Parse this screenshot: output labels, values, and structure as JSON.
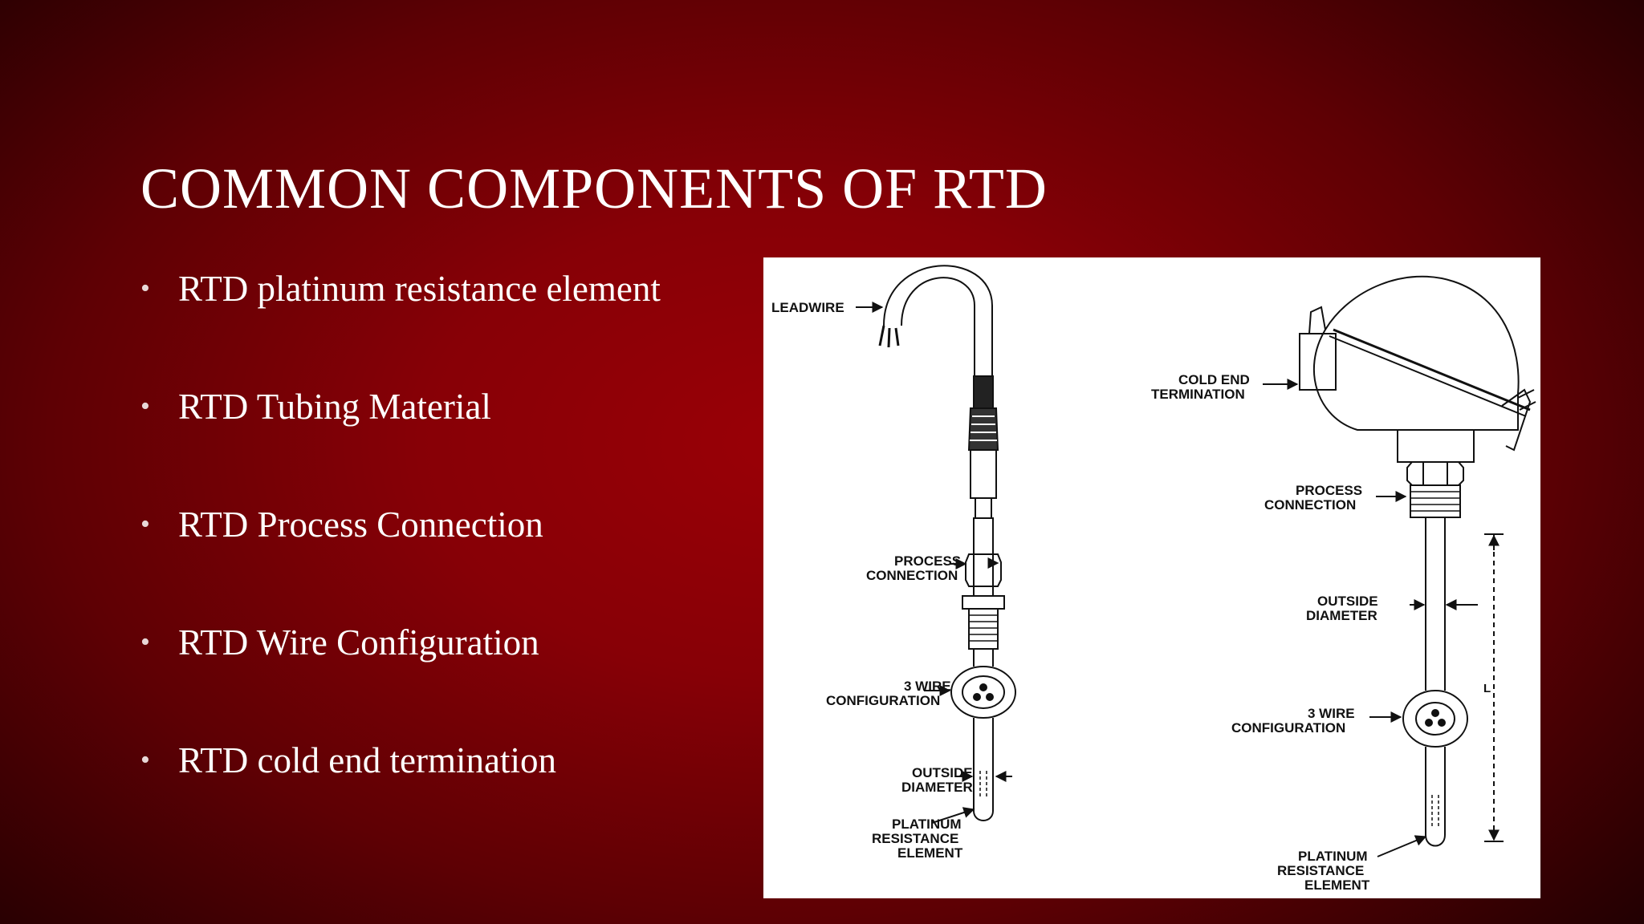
{
  "slide": {
    "title": "COMMON COMPONENTS OF RTD",
    "bullets": [
      "RTD platinum resistance element",
      "RTD Tubing Material",
      "RTD Process Connection",
      "RTD Wire Configuration",
      "RTD cold end termination"
    ],
    "bullet_glyph": "•"
  },
  "diagram": {
    "left_probe": {
      "leadwire": "LEADWIRE",
      "process_connection": [
        "PROCESS",
        "CONNECTION"
      ],
      "wire_config": [
        "3 WIRE",
        "CONFIGURATION"
      ],
      "outside_diameter": [
        "OUTSIDE",
        "DIAMETER"
      ],
      "element": [
        "PLATINUM",
        "RESISTANCE",
        "ELEMENT"
      ]
    },
    "right_probe": {
      "cold_end": [
        "COLD END",
        "TERMINATION"
      ],
      "process_connection": [
        "PROCESS",
        "CONNECTION"
      ],
      "outside_diameter": [
        "OUTSIDE",
        "DIAMETER"
      ],
      "length_symbol": "L",
      "wire_config": [
        "3 WIRE",
        "CONFIGURATION"
      ],
      "element": [
        "PLATINUM",
        "RESISTANCE",
        "ELEMENT"
      ]
    }
  }
}
